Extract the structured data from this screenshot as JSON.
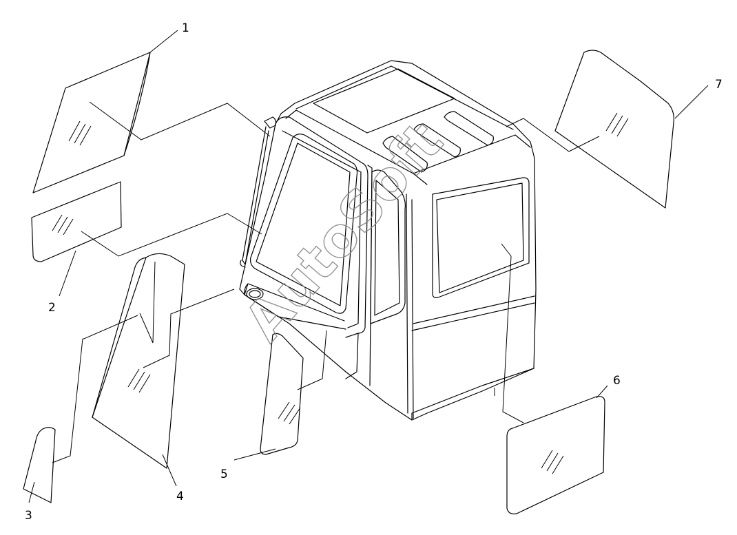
{
  "labels": {
    "p1": "1",
    "p2": "2",
    "p3": "3",
    "p4": "4",
    "p5": "5",
    "p6": "6",
    "p7": "7"
  },
  "watermark": "AutoSoft"
}
